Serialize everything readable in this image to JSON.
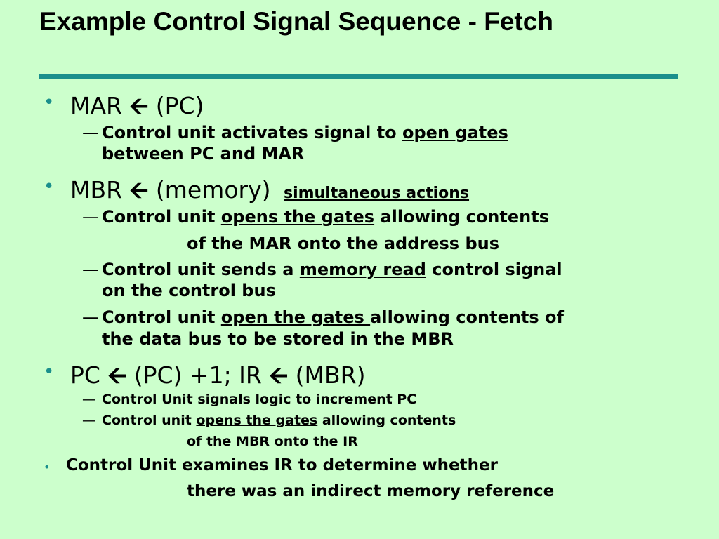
{
  "title": "Example Control Signal Sequence - Fetch",
  "accent_color": "#1a8f8c",
  "background_color": "#ccffcc",
  "items": [
    {
      "left": "MAR",
      "arrow": "🡨",
      "right": "(PC)",
      "subs": [
        {
          "dash": "—",
          "pre": "Control unit activates signal to ",
          "underline": "open gates",
          "post": "",
          "line2": "between PC and MAR"
        }
      ]
    },
    {
      "left": "MBR",
      "arrow": "🡨",
      "right": "(memory)",
      "note": "simultaneous actions",
      "subs": [
        {
          "dash": "—",
          "pre": "Control unit ",
          "underline": "opens the gates",
          "post": " allowing contents",
          "line2": "of the MAR onto the address bus"
        },
        {
          "dash": "—",
          "pre": "Control unit sends a ",
          "underline": "memory read",
          "post": " control signal",
          "line2": "on the control bus"
        },
        {
          "dash": "—",
          "pre": "Control unit ",
          "underline": "open the gates ",
          "post": "allowing contents of",
          "line2": "the data bus to be stored in the MBR"
        }
      ]
    },
    {
      "left": "PC",
      "arrow": "🡨",
      "right": "(PC) +1; IR",
      "arrow2": "🡨",
      "right2": "(MBR)",
      "subs": [
        {
          "dash": "—",
          "text": "Control Unit signals logic to increment PC"
        },
        {
          "dash": "—",
          "pre": "Control unit ",
          "underline": "opens the gates",
          "post": " allowing contents",
          "line2": "of the MBR onto the IR"
        }
      ]
    }
  ],
  "final": {
    "bullet": "•",
    "line1": "Control Unit examines IR to determine whether",
    "line2": "there was an indirect memory reference"
  }
}
